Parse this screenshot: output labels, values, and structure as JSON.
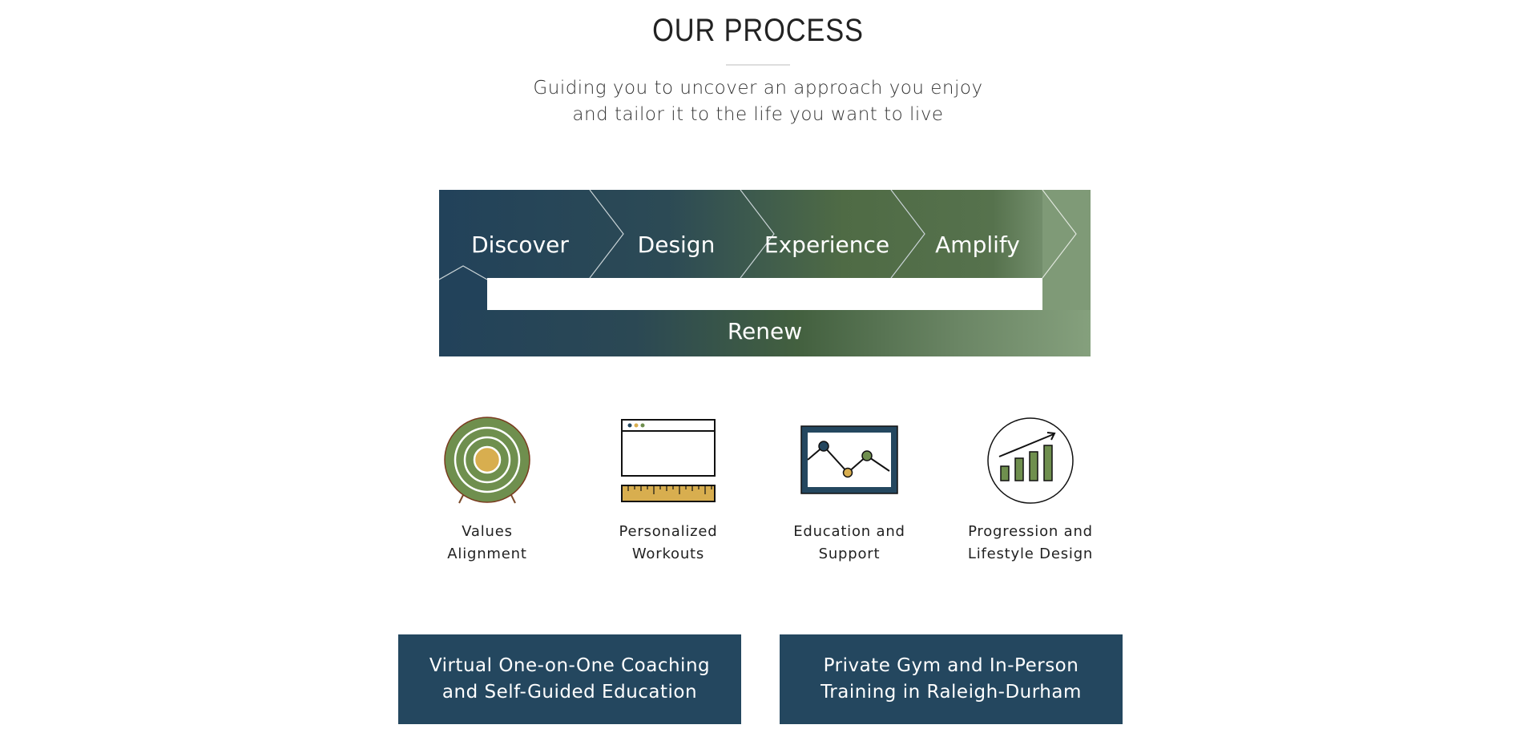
{
  "header": {
    "title": "OUR PROCESS",
    "subtitle_line1": "Guiding you to uncover an approach you enjoy",
    "subtitle_line2": "and tailor it to the life you want to live"
  },
  "process": {
    "steps": [
      {
        "label": "Discover"
      },
      {
        "label": "Design"
      },
      {
        "label": "Experience"
      },
      {
        "label": "Amplify"
      }
    ],
    "renew_label": "Renew",
    "colors": {
      "navy": "#23465b",
      "green": "#4d6a45",
      "light_green": "#86a07e"
    }
  },
  "features": [
    {
      "icon": "target-icon",
      "line1": "Values",
      "line2": "Alignment"
    },
    {
      "icon": "browser-ruler-icon",
      "line1": "Personalized",
      "line2": "Workouts"
    },
    {
      "icon": "line-chart-monitor-icon",
      "line1": "Education and",
      "line2": "Support"
    },
    {
      "icon": "growth-bar-chart-icon",
      "line1": "Progression and",
      "line2": "Lifestyle Design"
    }
  ],
  "cta": {
    "virtual_line1": "Virtual One-on-One Coaching",
    "virtual_line2": "and Self-Guided Education",
    "gym_line1": "Private Gym and In-Person",
    "gym_line2": "Training in Raleigh-Durham",
    "color": "#24475f"
  }
}
